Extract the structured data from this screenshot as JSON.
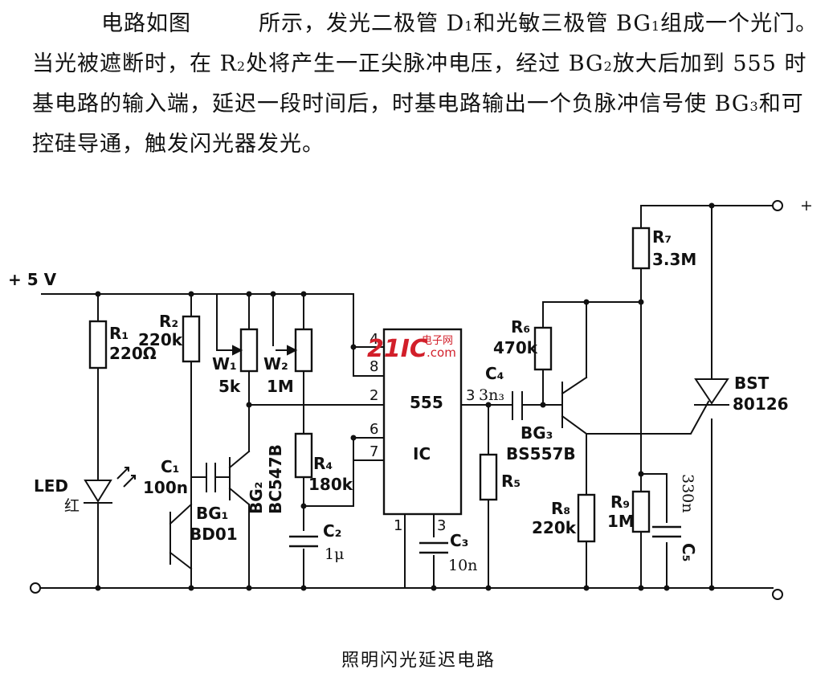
{
  "paragraph": {
    "segments": [
      {
        "t": "电路如图　　　所示，发光二极管 D"
      },
      {
        "t": "1",
        "sub": true
      },
      {
        "t": "和光敏三极管 BG"
      },
      {
        "t": "1",
        "sub": true
      },
      {
        "t": "组成一个光门。当光被遮断时，在 R"
      },
      {
        "t": "2",
        "sub": true
      },
      {
        "t": "处将产生一正尖脉冲电压，经过 BG"
      },
      {
        "t": "2",
        "sub": true
      },
      {
        "t": "放大后加到 555 时基电路的输入端，延迟一段时间后，时基电路输出一个负脉冲信号使 BG"
      },
      {
        "t": "3",
        "sub": true
      },
      {
        "t": "和可控硅导通，触发闪光器发光。"
      }
    ]
  },
  "diagram": {
    "supply": "+ 5 V",
    "out_plus": "+",
    "r1": {
      "name": "R₁",
      "value": "220Ω"
    },
    "r2": {
      "name": "R₂",
      "value": "220k"
    },
    "w1": {
      "name": "W₁",
      "value": "5k"
    },
    "w2": {
      "name": "W₂",
      "value": "1M"
    },
    "r4": {
      "name": "R₄",
      "value": "180k"
    },
    "c1": {
      "name": "C₁",
      "value": "100n"
    },
    "c2": {
      "name": "C₂",
      "value": "1μ"
    },
    "c3": {
      "name": "C₃",
      "value": "10n"
    },
    "c4": {
      "name": "C₄",
      "value": "3n₃"
    },
    "c5": {
      "name": "C₅",
      "value": "330n"
    },
    "r5": {
      "name": "R₅"
    },
    "r6": {
      "name": "R₆",
      "value": "470k"
    },
    "r7": {
      "name": "R₇",
      "value": "3.3M"
    },
    "r8": {
      "name": "R₈",
      "value": "220k"
    },
    "r9": {
      "name": "R₉",
      "value": "1M"
    },
    "bg1": {
      "name": "BG₁",
      "part": "BD01"
    },
    "bg2": {
      "name": "BG₂",
      "part": "BC547B"
    },
    "bg3": {
      "name": "BG₃",
      "part": "BS557B"
    },
    "bst": {
      "name": "BST",
      "part": "80126"
    },
    "ic": {
      "chip": "555",
      "label": "IC",
      "pins": {
        "p4": "4",
        "p8": "8",
        "p2": "2",
        "p6": "6",
        "p7": "7",
        "p3": "3",
        "p1": "1",
        "p5": "3"
      }
    },
    "led": {
      "name": "LED",
      "color": "红"
    },
    "watermark": {
      "brand": "21IC",
      "text": "电子网",
      "domain": ".com",
      "color": "#d21f2a"
    }
  },
  "caption": "照明闪光延迟电路"
}
